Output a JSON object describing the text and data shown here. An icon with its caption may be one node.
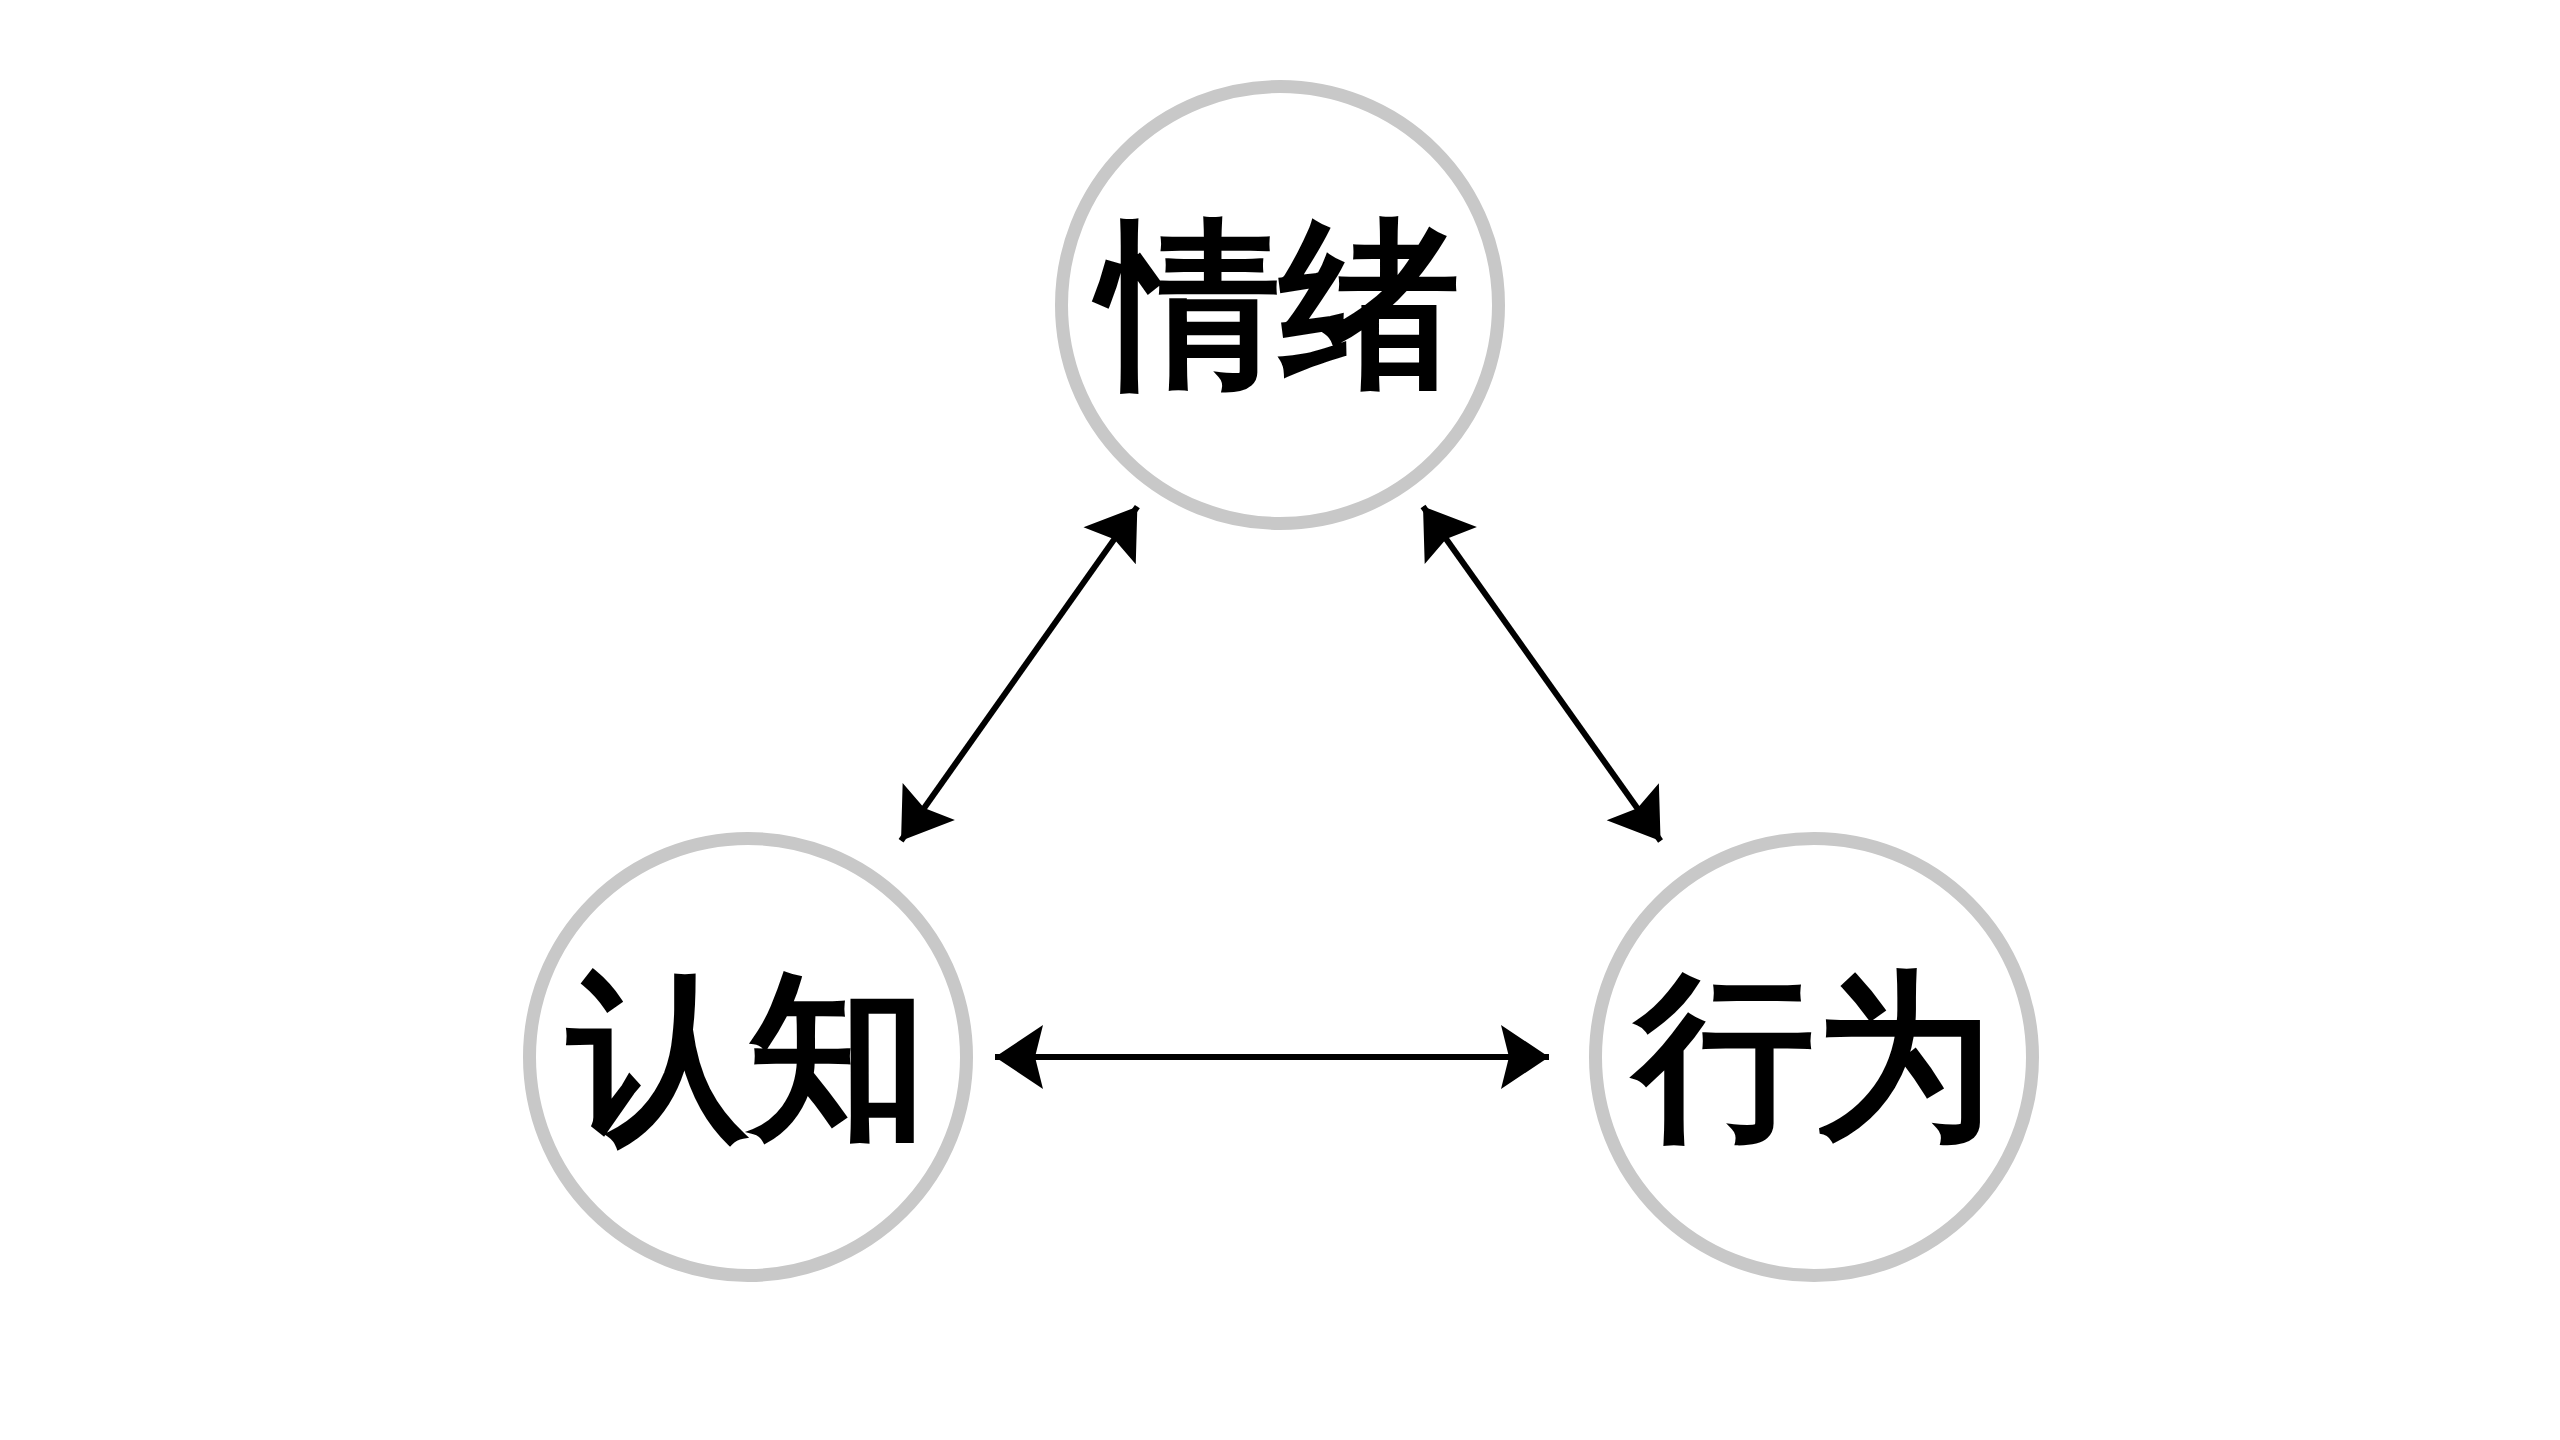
{
  "diagram": {
    "nodes": [
      {
        "text": [
          "情绪"
        ]
      },
      {
        "text": [
          "认知"
        ]
      },
      {
        "text": [
          "行为"
        ]
      }
    ],
    "edges": [
      {
        "from": 0,
        "to": 1,
        "arrow": "both"
      },
      {
        "from": 0,
        "to": 2,
        "arrow": "both"
      },
      {
        "from": 1,
        "to": 2,
        "arrow": "both"
      }
    ]
  }
}
